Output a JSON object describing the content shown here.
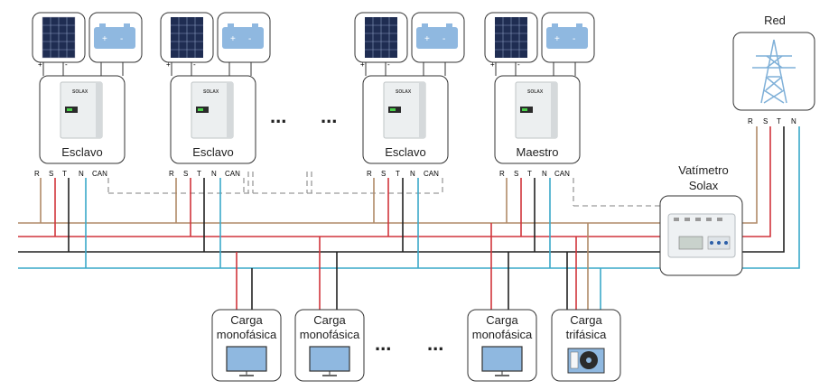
{
  "grid": {
    "title": "Red",
    "phases": [
      "R",
      "S",
      "T",
      "N"
    ]
  },
  "meter": {
    "line1": "Vatímetro",
    "line2": "Solax"
  },
  "inverters": [
    {
      "label": "Esclavo",
      "brand": "SOLAX",
      "terminals": [
        "R",
        "S",
        "T",
        "N",
        "CAN"
      ],
      "pv_terminals": [
        "+",
        "-"
      ]
    },
    {
      "label": "Esclavo",
      "brand": "SOLAX",
      "terminals": [
        "R",
        "S",
        "T",
        "N",
        "CAN"
      ],
      "pv_terminals": [
        "+",
        "-"
      ]
    },
    {
      "label": "Esclavo",
      "brand": "SOLAX",
      "terminals": [
        "R",
        "S",
        "T",
        "N",
        "CAN"
      ],
      "pv_terminals": [
        "+",
        "-"
      ]
    },
    {
      "label": "Maestro",
      "brand": "SOLAX",
      "terminals": [
        "R",
        "S",
        "T",
        "N",
        "CAN"
      ],
      "pv_terminals": [
        "+",
        "-"
      ]
    }
  ],
  "loads": [
    {
      "line1": "Carga",
      "line2": "monofásica",
      "icon": "monitor-icon"
    },
    {
      "line1": "Carga",
      "line2": "monofásica",
      "icon": "monitor-icon"
    },
    {
      "line1": "Carga",
      "line2": "monofásica",
      "icon": "monitor-icon"
    },
    {
      "line1": "Carga",
      "line2": "trifásica",
      "icon": "ac-unit-icon"
    }
  ],
  "ellipsis": "...",
  "colors": {
    "R": "#b08a68",
    "S": "#d0343b",
    "T": "#222222",
    "N": "#3aa9c9",
    "CAN": "#9a9a9a",
    "box_border": "#333333",
    "solar_panel": "#1f2d52",
    "battery": "#8fb8e0",
    "tower": "#7fb0d8"
  }
}
